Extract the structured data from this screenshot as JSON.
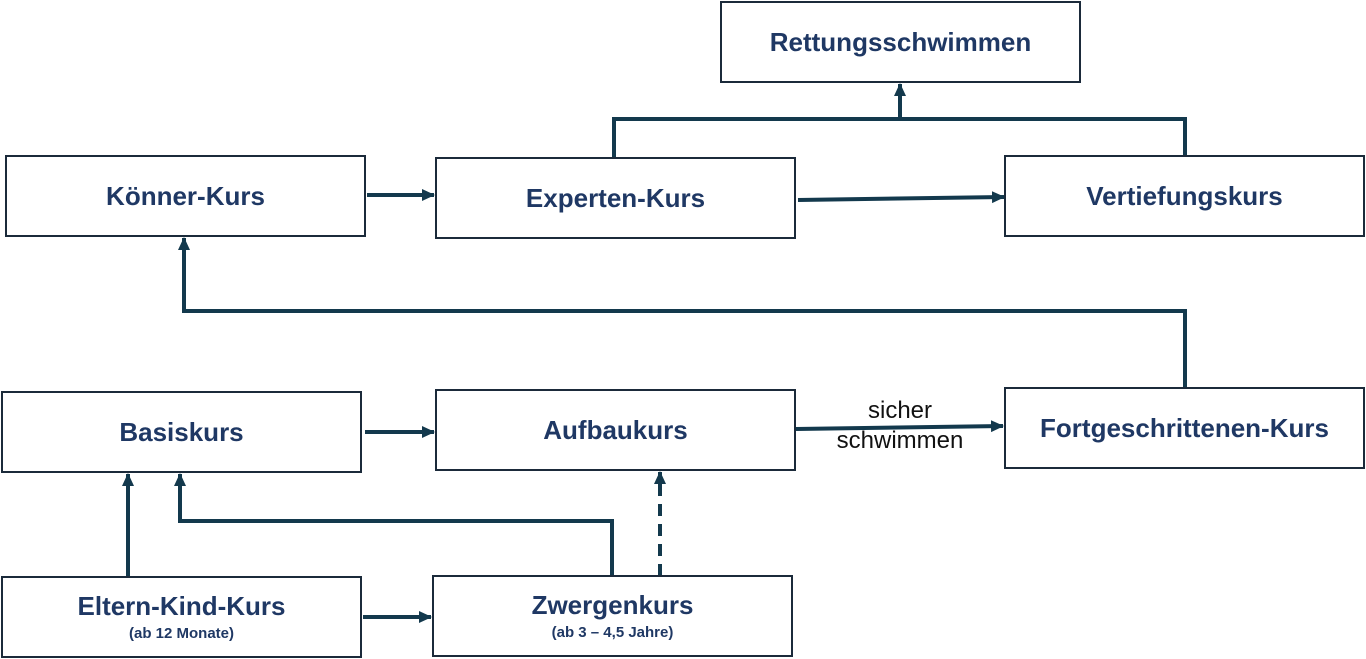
{
  "colors": {
    "connector": "#13394d",
    "box_border": "#1b2a3a",
    "box_text": "#1f3864"
  },
  "boxes": {
    "rettungsschwimmen": {
      "title": "Rettungsschwimmen"
    },
    "koenner": {
      "title": "Könner-Kurs"
    },
    "experten": {
      "title": "Experten-Kurs"
    },
    "vertiefung": {
      "title": "Vertiefungskurs"
    },
    "basis": {
      "title": "Basiskurs"
    },
    "aufbau": {
      "title": "Aufbaukurs"
    },
    "fortgeschrittenen": {
      "title": "Fortgeschrittenen-Kurs"
    },
    "elternkind": {
      "title": "Eltern-Kind-Kurs",
      "subtitle": "(ab 12 Monate)"
    },
    "zwergen": {
      "title": "Zwergenkurs",
      "subtitle": "(ab 3 – 4,5 Jahre)"
    }
  },
  "edge_labels": {
    "aufbau_to_fortgeschrittenen": [
      "sicher",
      "schwimmen"
    ]
  }
}
